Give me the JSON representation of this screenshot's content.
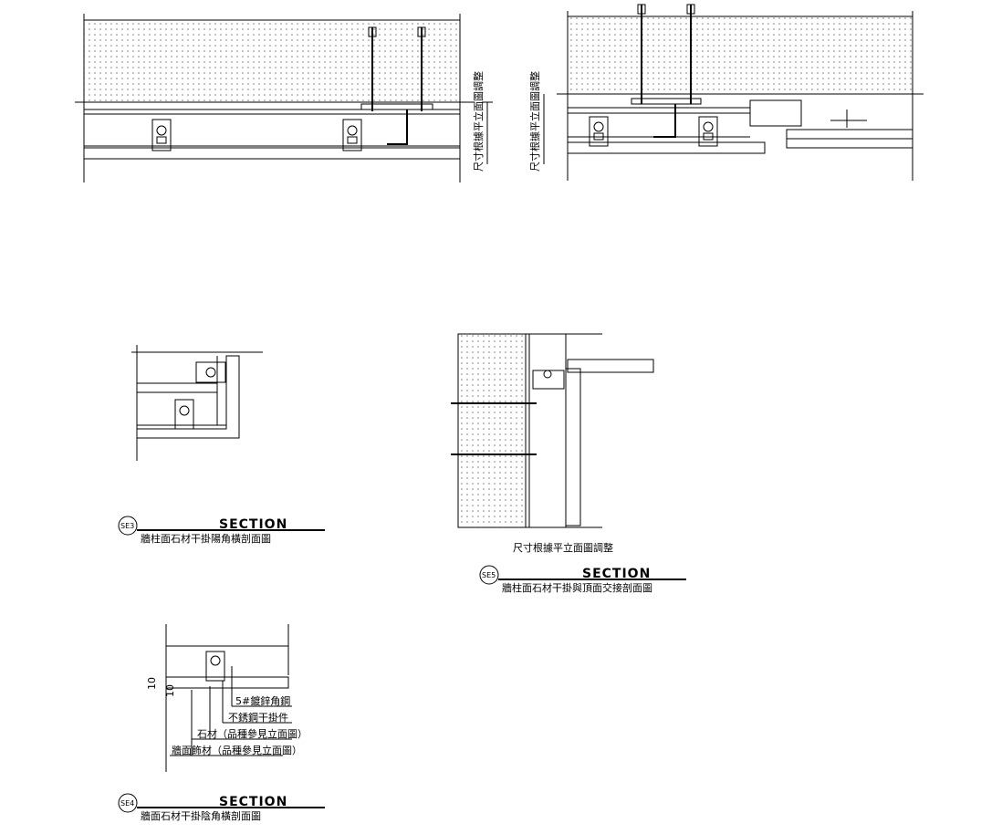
{
  "labels": {
    "dim_note_a": "尺寸根據平立面圖調整",
    "dim_note_b": "尺寸根據平立面圖調整",
    "dim_note_c": "尺寸根據平立面圖調整",
    "callout_angle": "5#鍍鋅角鋼",
    "callout_pendant": "不銹鋼干掛件",
    "callout_stone": "石材（品種參見立面圖）",
    "callout_wall": "牆面飾材（品種參見立面圖）",
    "dim_10a": "10",
    "dim_10b": "10"
  },
  "sections": [
    {
      "tag": "SE3",
      "word": "SECTION",
      "caption": "牆柱面石材干掛陽角橫剖面圖"
    },
    {
      "tag": "SE5",
      "word": "SECTION",
      "caption": "牆柱面石材干掛與頂面交接剖面圖"
    },
    {
      "tag": "SE4",
      "word": "SECTION",
      "caption": "牆面石材干掛陰角橫剖面圖"
    }
  ],
  "colors": {
    "ink": "#000000",
    "paper": "#ffffff"
  }
}
